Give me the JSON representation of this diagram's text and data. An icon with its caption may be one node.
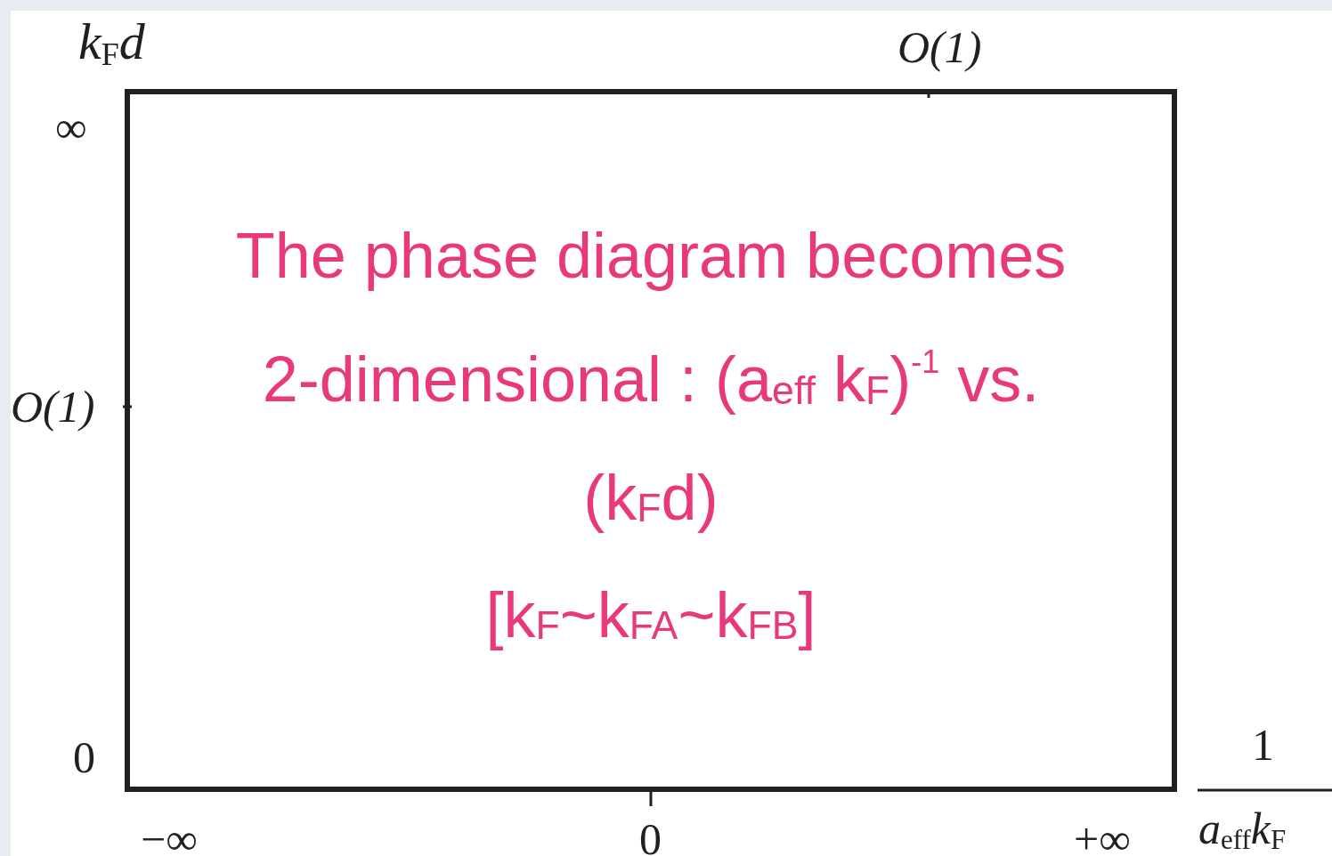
{
  "diagram": {
    "nodes": [
      {
        "text": [
          "The phase diagram becomes 2-dimensional : (a$_{eff}$ k$_{F}$)$^{-1}$ vs. (k$_{F}$d)",
          "[k$_{F}$~k$_{FA}$~k$_{FB}$]"
        ]
      }
    ],
    "labels": [
      "k$_{F}$d",
      "O(1)",
      "∞",
      "O(1)",
      "0",
      "1",
      "−∞",
      "0",
      "+∞",
      "a$_{eff}$k$_{F}$"
    ]
  }
}
